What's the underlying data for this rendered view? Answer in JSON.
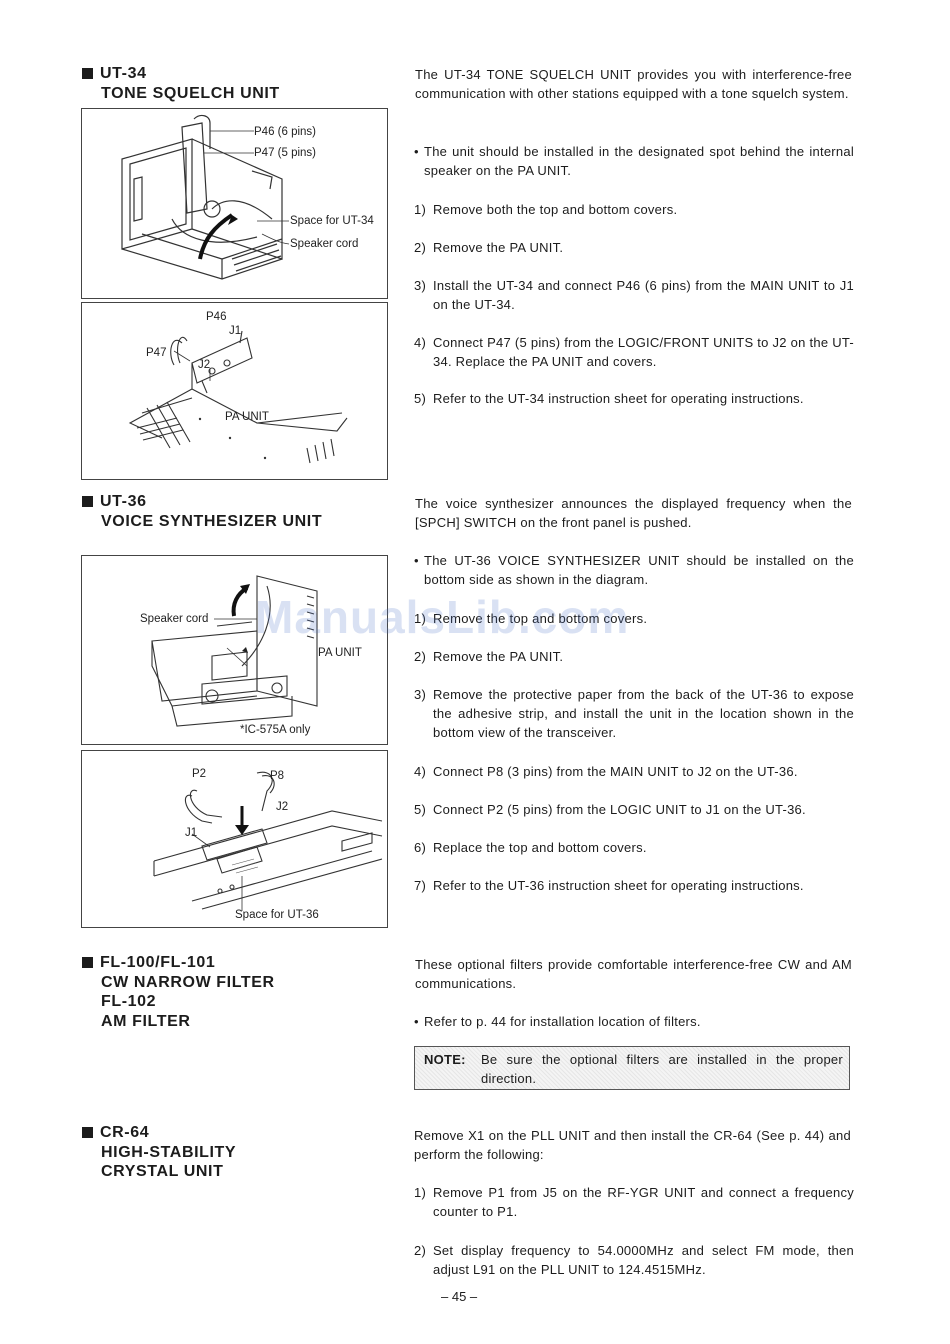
{
  "sections": {
    "ut34": {
      "code": "UT-34",
      "name": "TONE SQUELCH UNIT",
      "intro": "The UT-34 TONE SQUELCH UNIT provides you with interference-free communication with other stations equipped with a tone squelch system.",
      "bullet": "The unit should be installed in the designated spot behind the internal speaker on the PA UNIT.",
      "steps": [
        {
          "n": "1)",
          "text": "Remove both the top and bottom covers."
        },
        {
          "n": "2)",
          "text": "Remove the PA UNIT."
        },
        {
          "n": "3)",
          "text": "Install the UT-34 and connect P46 (6 pins) from the MAIN UNIT to J1 on the UT-34."
        },
        {
          "n": "4)",
          "text": "Connect P47 (5 pins) from the LOGIC/FRONT UNITS to J2 on the UT-34. Replace the PA UNIT and covers."
        },
        {
          "n": "5)",
          "text": "Refer to the UT-34 instruction sheet for operating instructions."
        }
      ],
      "fig1": {
        "p46": "P46 (6 pins)",
        "p47": "P47 (5 pins)",
        "space": "Space for UT-34",
        "speaker": "Speaker cord"
      },
      "fig2": {
        "p46": "P46",
        "j1": "J1",
        "p47": "P47",
        "j2": "J2",
        "pa": "PA UNIT"
      }
    },
    "ut36": {
      "code": "UT-36",
      "name": "VOICE SYNTHESIZER UNIT",
      "intro": "The voice synthesizer announces the displayed frequency when the [SPCH] SWITCH on the front panel is pushed.",
      "bullet": "The UT-36 VOICE SYNTHESIZER UNIT should be installed on the bottom side as shown in the diagram.",
      "steps": [
        {
          "n": "1)",
          "text": "Remove the top and bottom covers."
        },
        {
          "n": "2)",
          "text": "Remove the PA UNIT."
        },
        {
          "n": "3)",
          "text": "Remove the protective paper from the back of the UT-36 to expose the adhesive strip, and install the unit in the location shown in the bottom view of the transceiver."
        },
        {
          "n": "4)",
          "text": "Connect P8 (3 pins) from the MAIN UNIT to J2 on the UT-36."
        },
        {
          "n": "5)",
          "text": "Connect P2 (5 pins) from the LOGIC UNIT to J1 on the UT-36."
        },
        {
          "n": "6)",
          "text": "Replace the top and bottom covers."
        },
        {
          "n": "7)",
          "text": "Refer to the UT-36 instruction sheet for operating instructions."
        }
      ],
      "fig1": {
        "speaker": "Speaker cord",
        "pa": "PA UNIT",
        "model": "*IC-575A only"
      },
      "fig2": {
        "p2": "P2",
        "p8": "P8",
        "j2": "J2",
        "j1": "J1",
        "space": "Space for UT-36"
      }
    },
    "fl": {
      "line1": "FL-100/FL-101",
      "line2": "CW NARROW FILTER",
      "line3": "FL-102",
      "line4": "AM FILTER",
      "intro": "These optional filters provide comfortable interference-free CW and AM communications.",
      "bullet": "Refer to p. 44 for installation location of filters.",
      "note_label": "NOTE:",
      "note_text": "Be sure the optional filters are installed in the proper direction."
    },
    "cr64": {
      "code": "CR-64",
      "line2": "HIGH-STABILITY",
      "line3": "CRYSTAL UNIT",
      "intro": "Remove X1 on the PLL UNIT and then install the CR-64 (See p. 44) and perform the following:",
      "steps": [
        {
          "n": "1)",
          "text": "Remove P1 from J5 on the RF-YGR UNIT and connect a frequency counter to P1."
        },
        {
          "n": "2)",
          "text": "Set display frequency to 54.0000MHz and select FM mode, then adjust L91 on the PLL UNIT to 124.4515MHz."
        }
      ]
    }
  },
  "watermark": "ManualsLib.com",
  "page_number": "– 45 –"
}
